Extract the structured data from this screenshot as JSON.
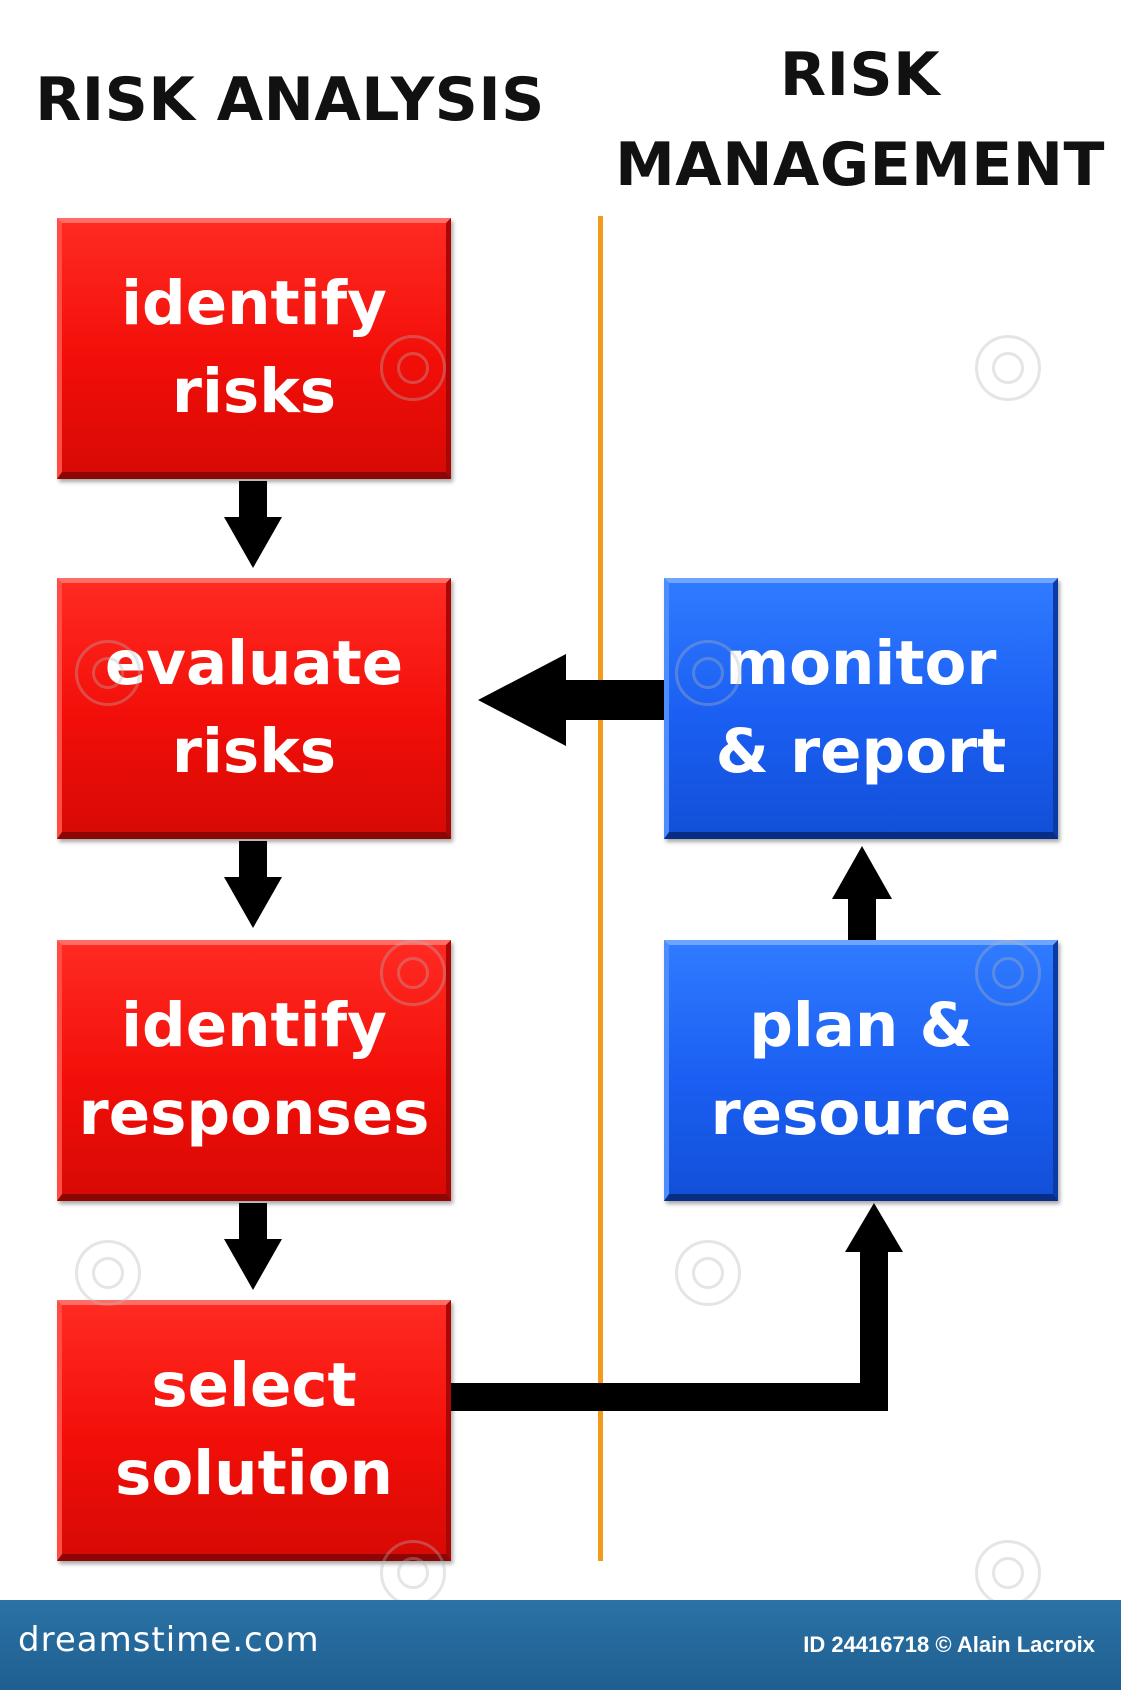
{
  "headings": {
    "left": "RISK ANALYSIS",
    "right_line1": "RISK",
    "right_line2": "MANAGEMENT"
  },
  "colors": {
    "analysis_box": "#f20e08",
    "management_box": "#1a5ef2",
    "divider": "#f29a1c",
    "arrow": "#000000",
    "footer": "#1f5f90"
  },
  "analysis_steps": [
    {
      "line1": "identify",
      "line2": "risks"
    },
    {
      "line1": "evaluate",
      "line2": "risks"
    },
    {
      "line1": "identify",
      "line2": "responses"
    },
    {
      "line1": "select",
      "line2": "solution"
    }
  ],
  "management_steps": [
    {
      "line1": "monitor",
      "line2": "& report"
    },
    {
      "line1": "plan &",
      "line2": "resource"
    }
  ],
  "footer": {
    "brand": "dreamstime.com",
    "credit": "ID 24416718 © Alain Lacroix"
  }
}
